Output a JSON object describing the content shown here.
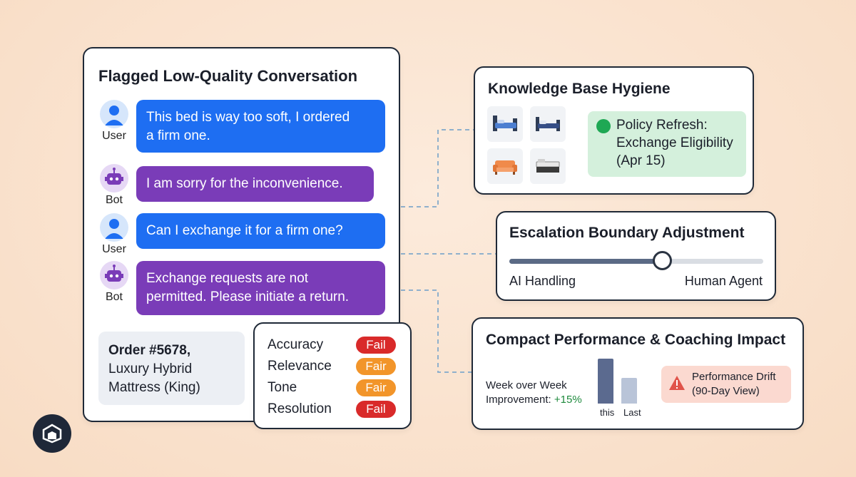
{
  "conversation": {
    "title": "Flagged Low-Quality Conversation",
    "messages": [
      {
        "role": "User",
        "text_lines": [
          "This bed is way too soft, I ordered",
          "a firm one."
        ]
      },
      {
        "role": "Bot",
        "text_lines": [
          "I am sorry for the inconvenience."
        ]
      },
      {
        "role": "User",
        "text_lines": [
          "Can I exchange it for a firm one?"
        ]
      },
      {
        "role": "Bot",
        "text_lines": [
          "Exchange requests are not",
          "permitted. Please initiate a return."
        ]
      }
    ],
    "order": {
      "id": "Order #5678,",
      "product_lines": [
        "Luxury Hybrid",
        "Mattress (King)"
      ]
    }
  },
  "ratings": [
    {
      "label": "Accuracy",
      "status": "Fail",
      "color": "#d92a2a"
    },
    {
      "label": "Relevance",
      "status": "Fair",
      "color": "#f2952a"
    },
    {
      "label": "Tone",
      "status": "Fair",
      "color": "#f2952a"
    },
    {
      "label": "Resolution",
      "status": "Fail",
      "color": "#d92a2a"
    }
  ],
  "knowledge_base": {
    "title": "Knowledge Base Hygiene",
    "thumbnails": [
      "bed-blue-icon",
      "bed-navy-icon",
      "sofa-orange-icon",
      "mattress-icon"
    ],
    "policy_lines": [
      "Policy Refresh:",
      "Exchange Eligibility",
      "(Apr 15)"
    ],
    "policy_color": "#1ea854"
  },
  "escalation": {
    "title": "Escalation Boundary Adjustment",
    "left_label": "AI Handling",
    "right_label": "Human Agent",
    "level": 0.6
  },
  "performance": {
    "title": "Compact Performance & Coaching Impact",
    "wow_label_lines": [
      "Week over Week",
      "Improvement: "
    ],
    "wow_value": "+15%",
    "bars": [
      {
        "label": "this",
        "value": 1.0,
        "color": "#5b6a8f"
      },
      {
        "label": "Last",
        "value": 0.57,
        "color": "#b9c4d8"
      }
    ],
    "drift_lines": [
      "Performance Drift",
      "(90-Day View)"
    ]
  },
  "colors": {
    "user_bubble": "#1e6ef2",
    "bot_bubble": "#7a3cb8",
    "background": "#f8dcc4"
  }
}
